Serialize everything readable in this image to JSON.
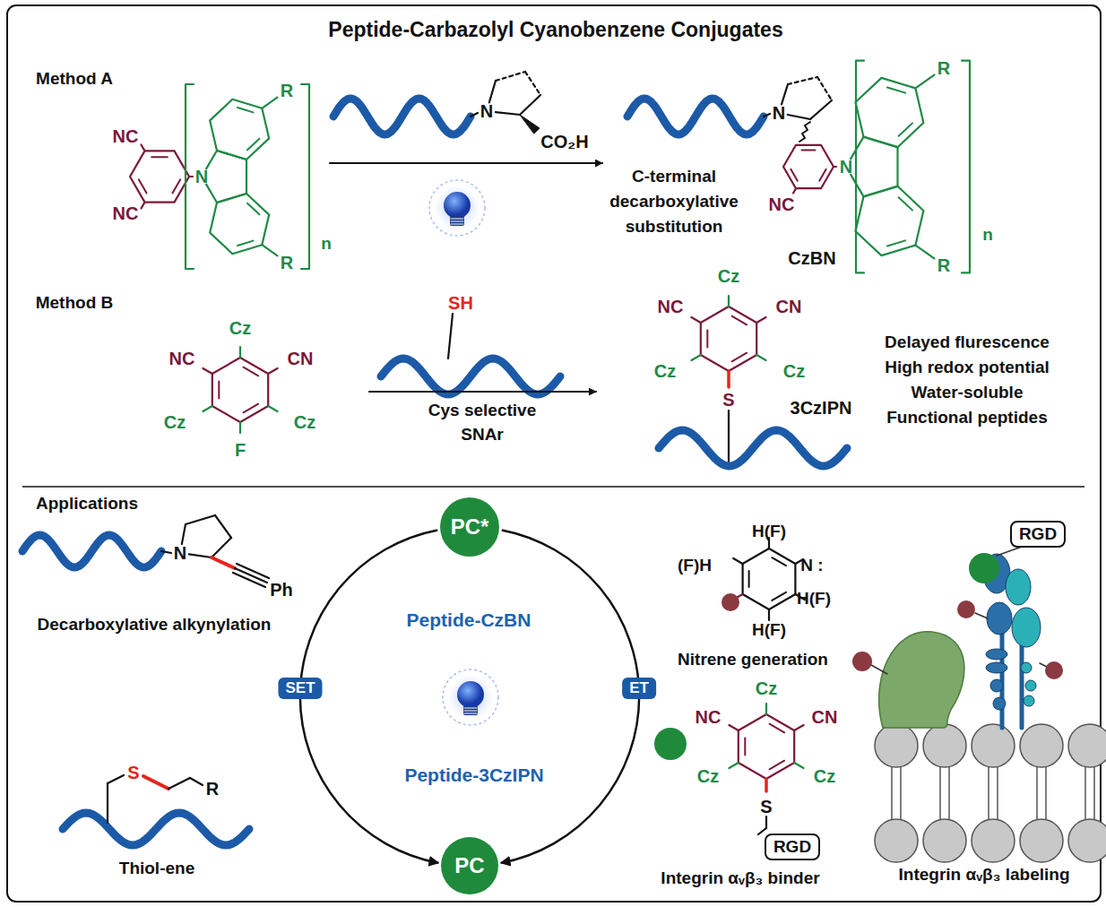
{
  "diagram": {
    "title": "Peptide-Carbazolyl Cyanobenzene Conjugates",
    "nodes": [
      {
        "text": [
          "PC*"
        ]
      },
      {
        "text": [
          "RGD"
        ]
      },
      {
        "text": [
          "RGD"
        ]
      },
      {
        "text": [
          "PC"
        ]
      }
    ],
    "edges": [
      {
        "from": 0,
        "to": 3,
        "arrow": "to",
        "label": "SET"
      },
      {
        "from": 0,
        "to": 3,
        "arrow": "to",
        "label": "ET"
      }
    ],
    "labels": [
      "Method A",
      "NC",
      "NC",
      "N",
      "R",
      "R",
      "n",
      "N",
      "CO₂H",
      "C-terminal decarboxylative substitution",
      "N",
      "NC",
      "N",
      "R",
      "R",
      "n",
      "CzBN",
      "Method B",
      "Cz",
      "NC",
      "CN",
      "Cz",
      "Cz",
      "F",
      "SH",
      "Cys selective",
      "SNAr",
      "Cz",
      "NC",
      "CN",
      "Cz",
      "Cz",
      "S",
      "3CzIPN",
      "Delayed flurescence High redox potential Water-soluble Functional peptides",
      "Applications",
      "N",
      "Ph",
      "Decarboxylative alkynylation",
      "S",
      "R",
      "Thiol-ene",
      "Peptide-CzBN",
      "Peptide-3CzIPN",
      "H(F)",
      "(F)H",
      "N :",
      "H(F)",
      "H(F)",
      "Nitrene generation",
      "Cz",
      "NC",
      "CN",
      "Cz",
      "Cz",
      "S",
      "Integrin αᵥβ₃ binder",
      "Integrin αᵥβ₃ labeling"
    ]
  }
}
